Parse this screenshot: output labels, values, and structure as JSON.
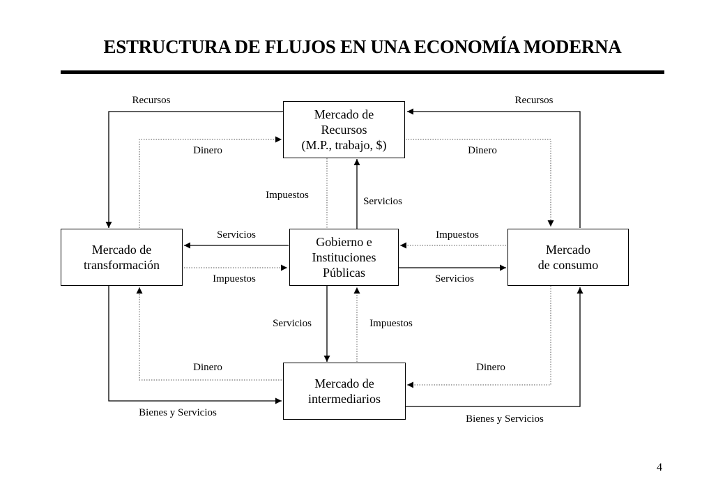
{
  "slide": {
    "title": "ESTRUCTURA DE FLUJOS EN UNA ECONOMÍA MODERNA",
    "page_number": "4"
  },
  "nodes": {
    "recursos": [
      "Mercado de",
      "Recursos",
      "(M.P., trabajo, $)"
    ],
    "transformacion": [
      "Mercado de",
      "transformación"
    ],
    "gobierno": [
      "Gobierno e",
      "Instituciones",
      "Públicas"
    ],
    "consumo": [
      "Mercado",
      "de consumo"
    ],
    "intermediarios": [
      "Mercado de",
      "intermediarios"
    ]
  },
  "labels": {
    "recursos_left": "Recursos",
    "recursos_right": "Recursos",
    "dinero_top_left": "Dinero",
    "dinero_top_right": "Dinero",
    "impuestos_to_recursos": "Impuestos",
    "servicios_from_recursos": "Servicios",
    "servicios_to_transformacion": "Servicios",
    "impuestos_from_transformacion": "Impuestos",
    "impuestos_from_consumo": "Impuestos",
    "servicios_to_consumo": "Servicios",
    "servicios_to_intermediarios": "Servicios",
    "impuestos_from_intermediarios": "Impuestos",
    "dinero_bottom_left": "Dinero",
    "dinero_bottom_right": "Dinero",
    "bienes_left": "Bienes y Servicios",
    "bienes_right": "Bienes y Servicios"
  },
  "flow_styles": {
    "solid": "goods / services / resources",
    "dotted": "money / taxes"
  },
  "colors": {
    "line": "#000000",
    "dotted_line": "#555555",
    "background": "#ffffff"
  }
}
